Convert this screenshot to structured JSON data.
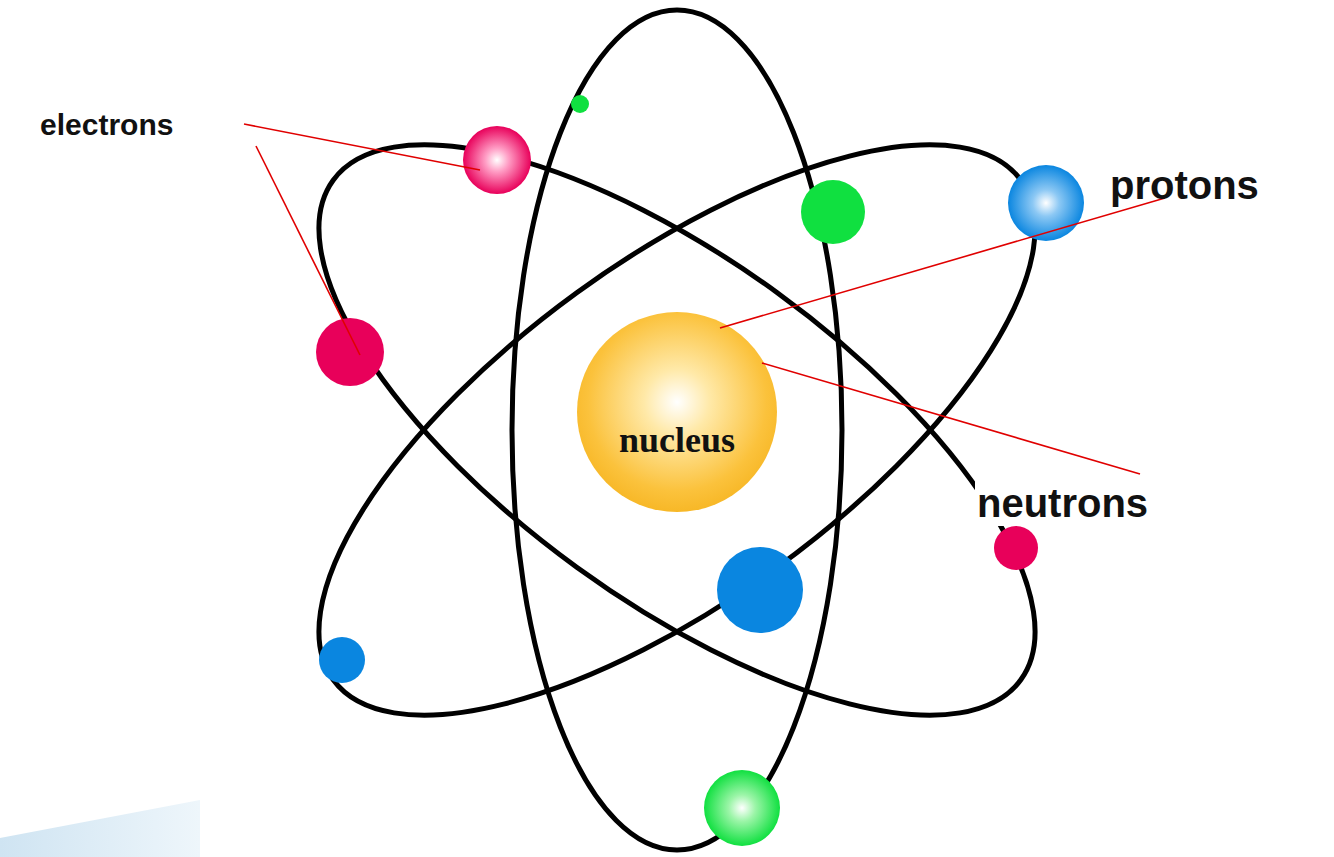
{
  "diagram": {
    "nodes": [
      {
        "text": [
          "nucleus"
        ]
      }
    ],
    "labels": [
      "electrons",
      "protons",
      "neutrons"
    ]
  }
}
